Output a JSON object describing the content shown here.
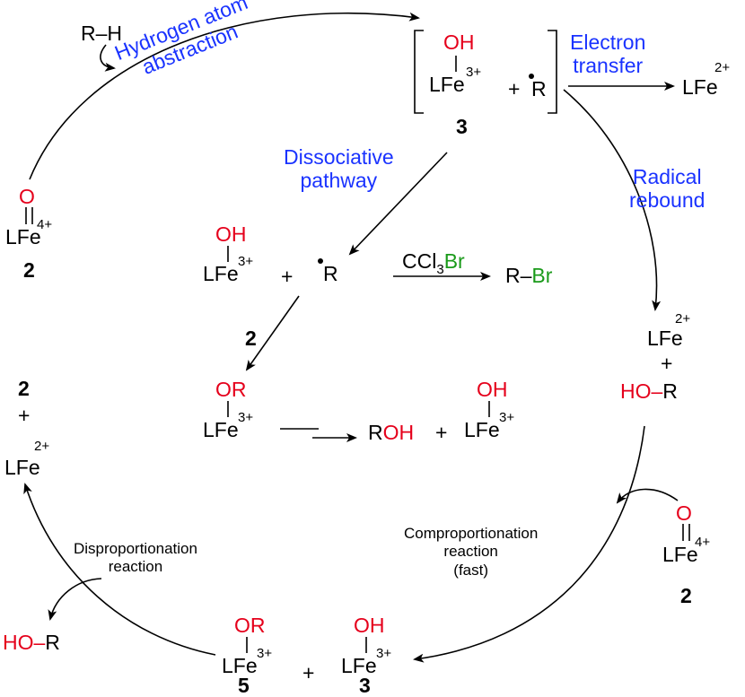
{
  "colors": {
    "blue": "#1a33ff",
    "red": "#e5001b",
    "green": "#1a9a1a"
  },
  "labels": {
    "hat_line1": "Hydrogen atom",
    "hat_line2": "abstraction",
    "et_line1": "Electron",
    "et_line2": "transfer",
    "diss_line1": "Dissociative",
    "diss_line2": "pathway",
    "rebound_line1": "Radical",
    "rebound_line2": "rebound",
    "compro_line1": "Comproportionation",
    "compro_line2": "reaction",
    "compro_line3": "(fast)",
    "dispro_line1": "Disproportionation",
    "dispro_line2": "reaction"
  },
  "chem": {
    "rh": "R–H",
    "oh": "OH",
    "or": "OR",
    "o": "O",
    "lfe": "LFe",
    "ch3": "3+",
    "ch4": "4+",
    "ch2": "2+",
    "r": "R",
    "plus": "+",
    "num2": "2",
    "num3": "3",
    "num5": "5",
    "ccl": "CCl",
    "ccl_sub": "3",
    "br": "Br",
    "r_dash": "R–",
    "ho_dash": "HO–",
    "r_plain": "R",
    "roh_r": "R",
    "roh_oh": "OH"
  }
}
